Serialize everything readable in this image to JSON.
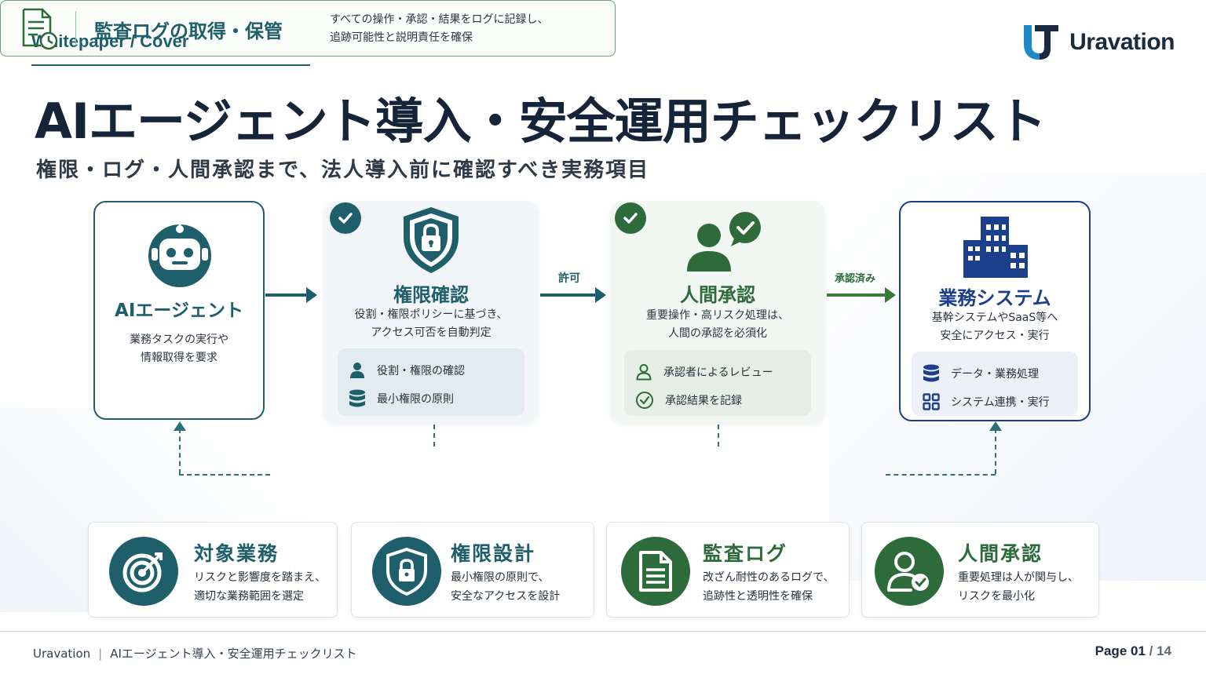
{
  "header": {
    "breadcrumb": "Whitepaper / Cover",
    "logo_text": "Uravation",
    "title": "AIエージェント導入・安全運用チェックリスト",
    "subtitle": "権限・ログ・人間承認まで、法人導入前に確認すべき実務項目"
  },
  "flow": {
    "agent": {
      "title": "AIエージェント",
      "desc_1": "業務タスクの実行や",
      "desc_2": "情報取得を要求",
      "icon": "robot-icon"
    },
    "arrow_1_label": "許可",
    "arrow_2_label": "承認済み",
    "permission": {
      "title": "権限確認",
      "desc_1": "役割・権限ポリシーに基づき、",
      "desc_2": "アクセス可否を自動判定",
      "items": [
        {
          "icon": "user-icon",
          "label": "役割・権限の確認"
        },
        {
          "icon": "database-icon",
          "label": "最小権限の原則"
        }
      ]
    },
    "approval": {
      "title": "人間承認",
      "desc_1": "重要操作・高リスク処理は、",
      "desc_2": "人間の承認を必須化",
      "items": [
        {
          "icon": "user-outline-icon",
          "label": "承認者によるレビュー"
        },
        {
          "icon": "check-circle-icon",
          "label": "承認結果を記録"
        }
      ]
    },
    "system": {
      "title": "業務システム",
      "desc_1": "基幹システムやSaaS等へ",
      "desc_2": "安全にアクセス・実行",
      "items": [
        {
          "icon": "database-icon",
          "label": "データ・業務処理"
        },
        {
          "icon": "grid-icon",
          "label": "システム連携・実行"
        }
      ]
    }
  },
  "audit": {
    "title": "監査ログの取得・保管",
    "desc_1": "すべての操作・承認・結果をログに記録し、",
    "desc_2": "追跡可能性と説明責任を確保"
  },
  "bottom_cards": [
    {
      "title": "対象業務",
      "desc_1": "リスクと影響度を踏まえ、",
      "desc_2": "適切な業務範囲を選定",
      "icon": "target-icon"
    },
    {
      "title": "権限設計",
      "desc_1": "最小権限の原則で、",
      "desc_2": "安全なアクセスを設計",
      "icon": "shield-lock-icon"
    },
    {
      "title": "監査ログ",
      "desc_1": "改ざん耐性のあるログで、",
      "desc_2": "追跡性と透明性を確保",
      "icon": "document-icon"
    },
    {
      "title": "人間承認",
      "desc_1": "重要処理は人が関与し、",
      "desc_2": "リスクを最小化",
      "icon": "user-check-icon"
    }
  ],
  "footer": {
    "brand": "Uravation",
    "doc_title": "AIエージェント導入・安全運用チェックリスト",
    "page_label": "Page 01",
    "page_total": "/ 14"
  },
  "colors": {
    "teal": "#1e5f6b",
    "green": "#2e6b3a",
    "navy": "#1c3f8c",
    "text": "#16243a"
  }
}
